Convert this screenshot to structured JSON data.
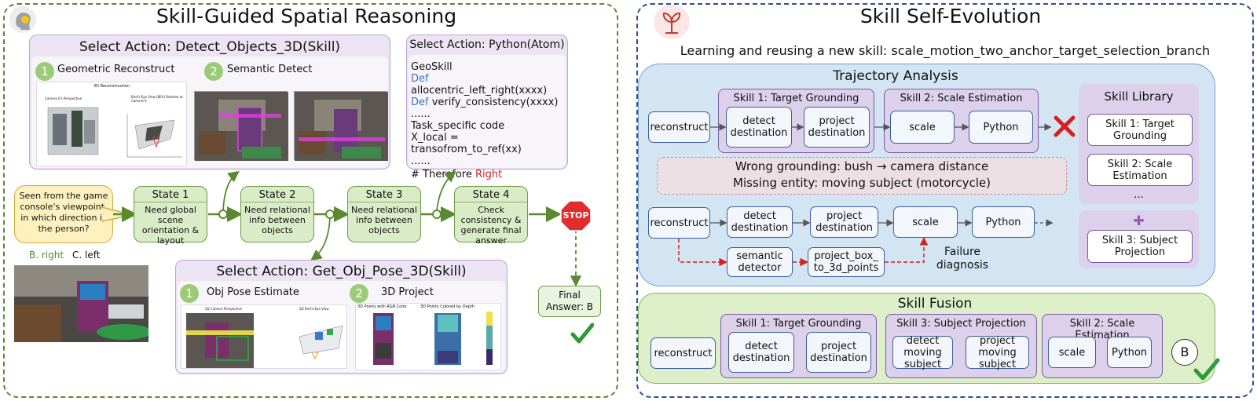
{
  "left": {
    "title": "Skill-Guided Spatial Reasoning",
    "detect_box": {
      "title": "Select Action: Detect_Objects_3D(Skill)",
      "step1_num": "1",
      "step1": "Geometric Reconstruct",
      "step2_num": "2",
      "step2": "Semantic Detect",
      "recon_title": "3D Reconstruction",
      "recon_left": "Camera 0's Perspective",
      "recon_right": "Bird's-Eye View (BEV) Relative to Camera 0"
    },
    "python_box": {
      "title": "Select Action: Python(Atom)",
      "lines": [
        {
          "kw": "",
          "text": "GeoSkill"
        },
        {
          "kw": "Def",
          "text": " allocentric_left_right(xxxx)"
        },
        {
          "kw": "Def",
          "text": " verify_consistency(xxxx)"
        },
        {
          "kw": "",
          "text": "......"
        },
        {
          "kw": "",
          "text": "Task_specific code"
        },
        {
          "kw": "",
          "text": "X_local = transofrom_to_ref(xx)"
        },
        {
          "kw": "",
          "text": "......"
        }
      ],
      "therefore": "# Therefore",
      "answer": "Right"
    },
    "question": "Seen from the game console's viewpoint, in which direction is the person?",
    "option_b": "B. right",
    "option_c": "C. left",
    "states": [
      {
        "title": "State 1",
        "desc": "Need global scene orientation & layout"
      },
      {
        "title": "State 2",
        "desc": "Need relational info between objects"
      },
      {
        "title": "State 3",
        "desc": "Need relational info between objects"
      },
      {
        "title": "State 4",
        "desc": "Check consistency & generate final answer"
      }
    ],
    "stop": "STOP",
    "final_answer": "Final Answer: B",
    "pose_box": {
      "title": "Select Action: Get_Obj_Pose_3D(Skill)",
      "step1_num": "1",
      "step1": "Obj Pose Estimate",
      "step2_num": "2",
      "step2": "3D Project",
      "cam_left": "2D Camera Perspective",
      "cam_right": "2D Bird's-Eye View",
      "proj_left": "3D Points with RGB Color",
      "proj_right": "3D Points Colored by Depth"
    }
  },
  "right": {
    "title": "Skill Self-Evolution",
    "subtitle": "Learning and reusing a new skill: scale_motion_two_anchor_target_selection_branch",
    "trajectory": {
      "title": "Trajectory Analysis",
      "reconstruct": "reconstruct",
      "skill1_label": "Skill 1: Target Grounding",
      "detect_dest": "detect destination",
      "project_dest": "project destination",
      "skill2_label": "Skill 2: Scale Estimation",
      "scale": "scale",
      "python": "Python",
      "wrong": "Wrong grounding: bush → camera distance",
      "missing": "Missing entity: moving subject (motorcycle)",
      "row2_reconstruct": "reconstruct",
      "row2_detect": "detect destination",
      "row2_project": "project destination",
      "row2_scale": "scale",
      "row2_python": "Python",
      "semantic": "semantic detector",
      "project_box": "project_box_ to_3d_points",
      "failure": "Failure diagnosis"
    },
    "library": {
      "title": "Skill Library",
      "skill1": "Skill 1: Target Grounding",
      "skill2": "Skill 2: Scale Estimation",
      "dots": "...",
      "plus": "✚",
      "skill3": "Skill 3: Subject Projection"
    },
    "fusion": {
      "title": "Skill Fusion",
      "reconstruct": "reconstruct",
      "skill1_label": "Skill 1: Target Grounding",
      "detect_dest": "detect destination",
      "project_dest": "project destination",
      "skill3_label": "Skill 3: Subject Projection",
      "detect_moving": "detect moving subject",
      "project_moving": "project moving subject",
      "skill2_label": "Skill 2: Scale Estimation",
      "scale": "scale",
      "python": "Python",
      "answer": "B"
    }
  },
  "colors": {
    "green_border": "#5a8a2f",
    "blue_border": "#2c4f9c",
    "state_fill": "#d9ebc7",
    "purple_fill": "#ece4f3",
    "red": "#d62020"
  }
}
